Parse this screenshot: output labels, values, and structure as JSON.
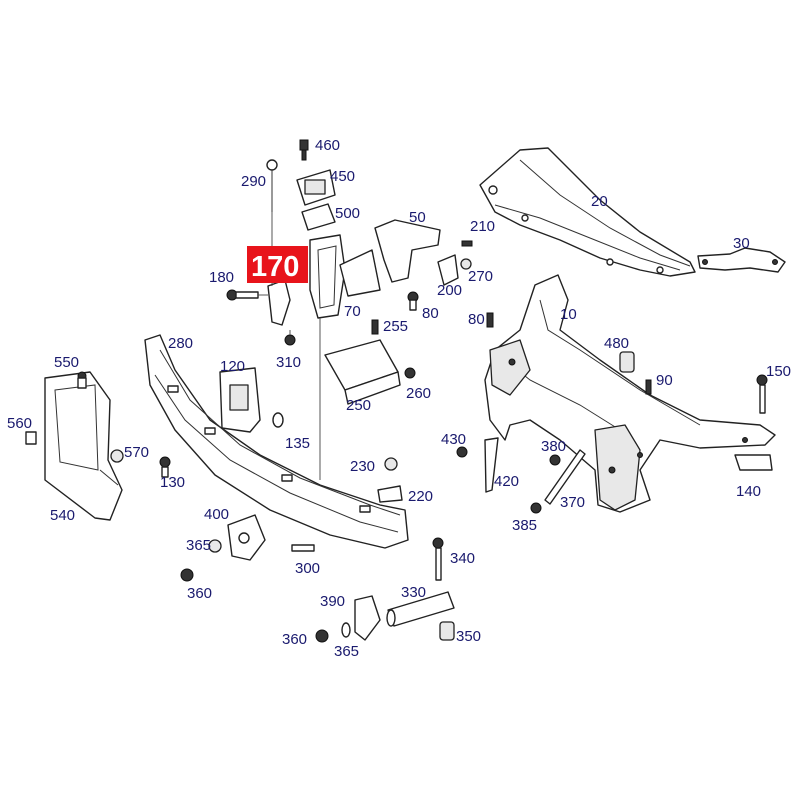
{
  "highlighted_part": "170",
  "part_labels": {
    "p10": "10",
    "p20": "20",
    "p30": "30",
    "p50": "50",
    "p70": "70",
    "p80a": "80",
    "p80b": "80",
    "p90": "90",
    "p120": "120",
    "p130": "130",
    "p135": "135",
    "p140": "140",
    "p150": "150",
    "p180": "180",
    "p200": "200",
    "p210": "210",
    "p220": "220",
    "p230": "230",
    "p250": "250",
    "p255": "255",
    "p260": "260",
    "p270": "270",
    "p280": "280",
    "p290": "290",
    "p300": "300",
    "p310": "310",
    "p330": "330",
    "p340": "340",
    "p350": "350",
    "p360a": "360",
    "p360b": "360",
    "p365a": "365",
    "p365b": "365",
    "p370": "370",
    "p380": "380",
    "p385": "385",
    "p390": "390",
    "p400": "400",
    "p420": "420",
    "p430": "430",
    "p450": "450",
    "p460": "460",
    "p480": "480",
    "p500": "500",
    "p540": "540",
    "p550": "550",
    "p560": "560",
    "p570": "570"
  }
}
